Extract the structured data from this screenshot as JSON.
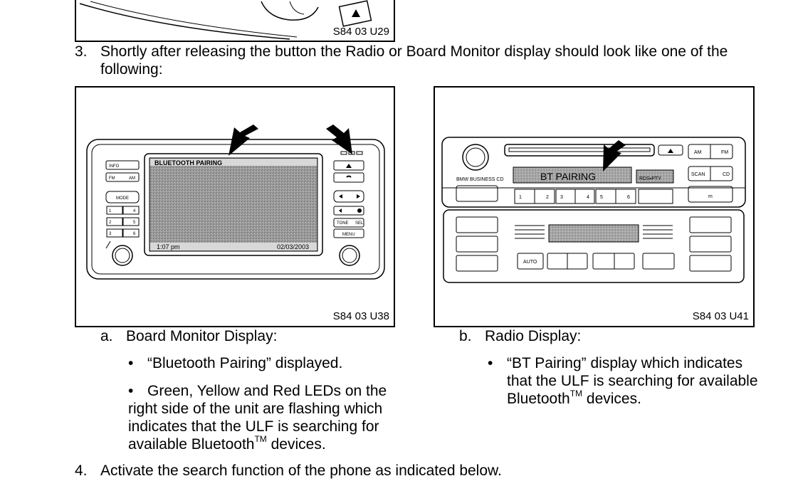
{
  "top_figure": {
    "caption": "S84 03 U29"
  },
  "step3": {
    "number": "3.",
    "line1": "Shortly after releasing the button the Radio or Board Monitor display should look like one of the",
    "line2": "following:"
  },
  "figure_a": {
    "caption": "S84 03 U38",
    "screen_title": "BLUETOOTH PAIRING",
    "screen_time": "1:07 pm",
    "screen_date": "02/03/2003",
    "buttons_left": [
      "INFO",
      "FM",
      "AM",
      "MODE",
      "1",
      "4",
      "2",
      "5",
      "3",
      "6"
    ],
    "buttons_right": [
      "TONE",
      "SEL",
      "MENU"
    ]
  },
  "figure_b": {
    "caption": "S84 03 U41",
    "display_text": "BT PAIRING",
    "brand": "BMW BUSINESS CD",
    "rds_label": "RDS▪PTY",
    "buttons": [
      "AM",
      "FM",
      "SCAN",
      "CD",
      "AUTO",
      "m"
    ],
    "presets": [
      "1",
      "2",
      "3",
      "4",
      "5",
      "6"
    ]
  },
  "item_a": {
    "letter": "a.",
    "title": "Board Monitor Display:",
    "bullet1": "“Bluetooth Pairing” displayed.",
    "bullet2": [
      "Green, Yellow and Red LEDs on the",
      "right side of the unit are flashing which",
      "indicates that the ULF is searching for",
      "available Bluetooth"
    ],
    "bullet2_tail": " devices."
  },
  "item_b": {
    "letter": "b.",
    "title": "Radio Display:",
    "bullet1": [
      "“BT Pairing” display which indicates",
      "that the ULF is searching for available",
      "Bluetooth"
    ],
    "bullet1_tail": " devices."
  },
  "tm": "TM",
  "bullet_char": "•",
  "step4": {
    "number": "4.",
    "text": "Activate the search function of the phone as indicated below."
  }
}
